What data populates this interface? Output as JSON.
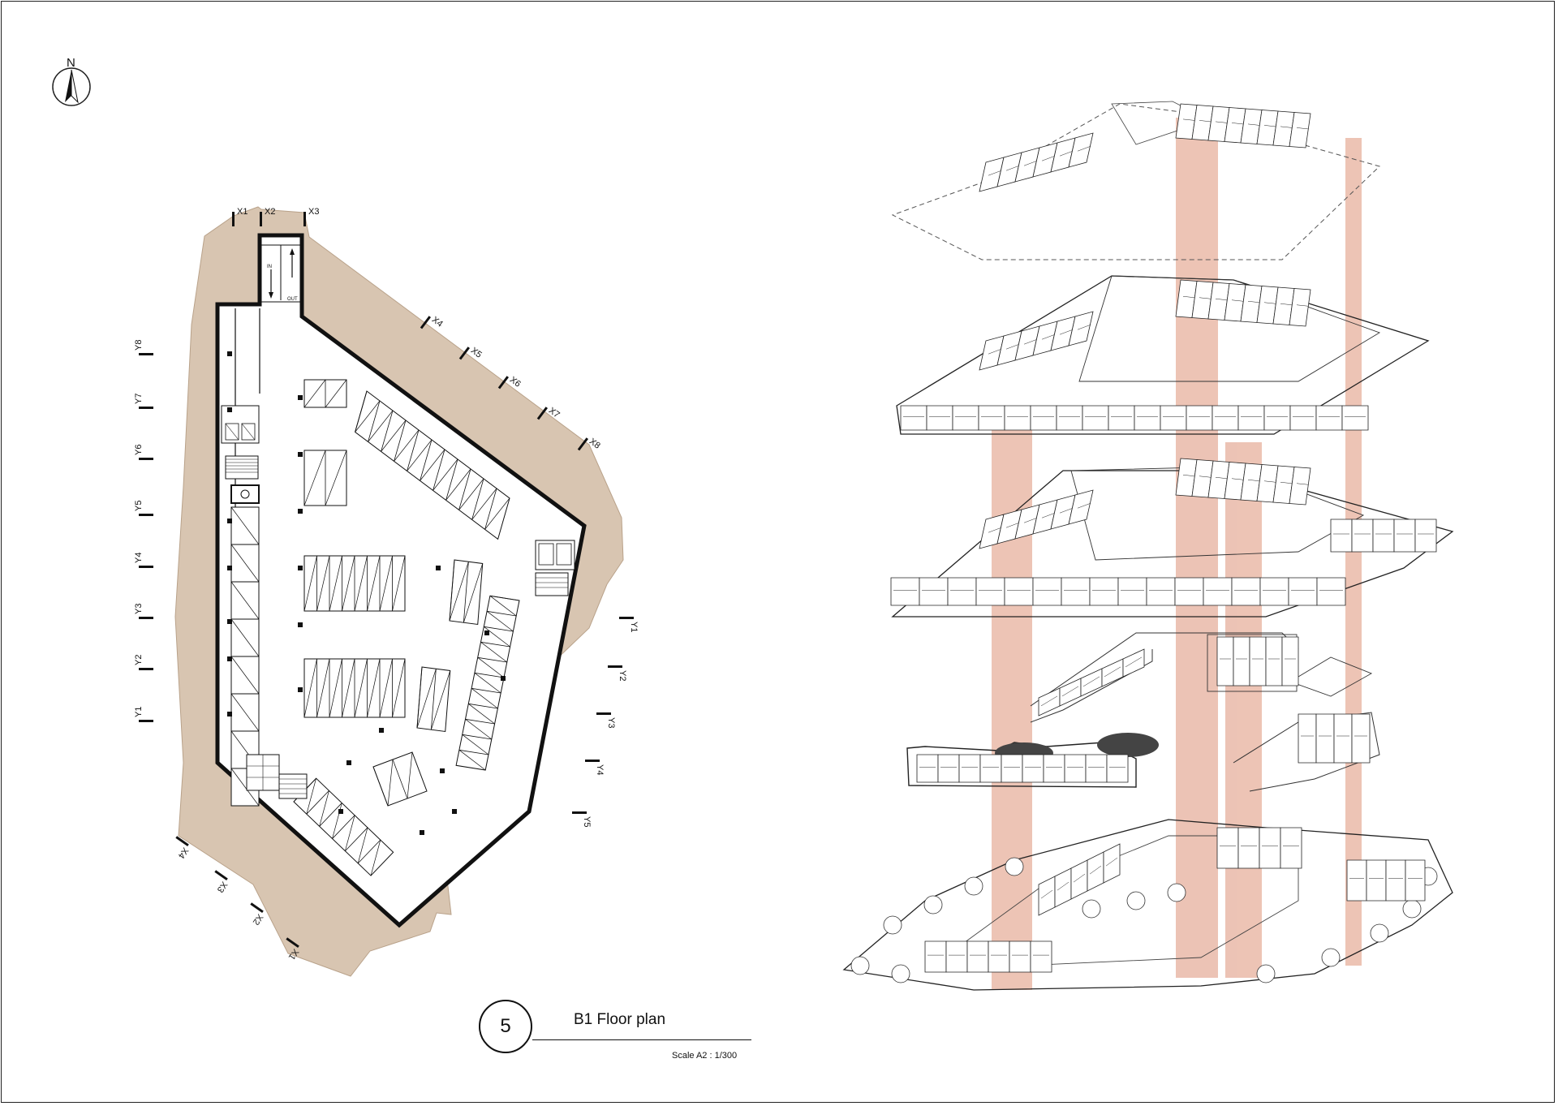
{
  "north_arrow": {
    "letter": "N",
    "icon": "north-arrow-icon"
  },
  "plan": {
    "title_number": "5",
    "title": "B1 Floor plan",
    "scale": "Scale  A2 : 1/300",
    "ramp_labels": {
      "in": "IN",
      "out": "OUT"
    },
    "grid_top": [
      "X1",
      "X2",
      "X3"
    ],
    "grid_northeast": [
      "X4",
      "X5",
      "X6",
      "X7",
      "X8"
    ],
    "grid_left": [
      "Y8",
      "Y7",
      "Y6",
      "Y5",
      "Y4",
      "Y3",
      "Y2",
      "Y1"
    ],
    "grid_right": [
      "Y1",
      "Y2",
      "Y3",
      "Y4",
      "Y5"
    ],
    "grid_bottom": [
      "X4",
      "X3",
      "X2",
      "X1"
    ]
  },
  "colors": {
    "earth": "#d8c5b1",
    "core_highlight": "#e3a48e",
    "line": "#1a1a1a"
  }
}
